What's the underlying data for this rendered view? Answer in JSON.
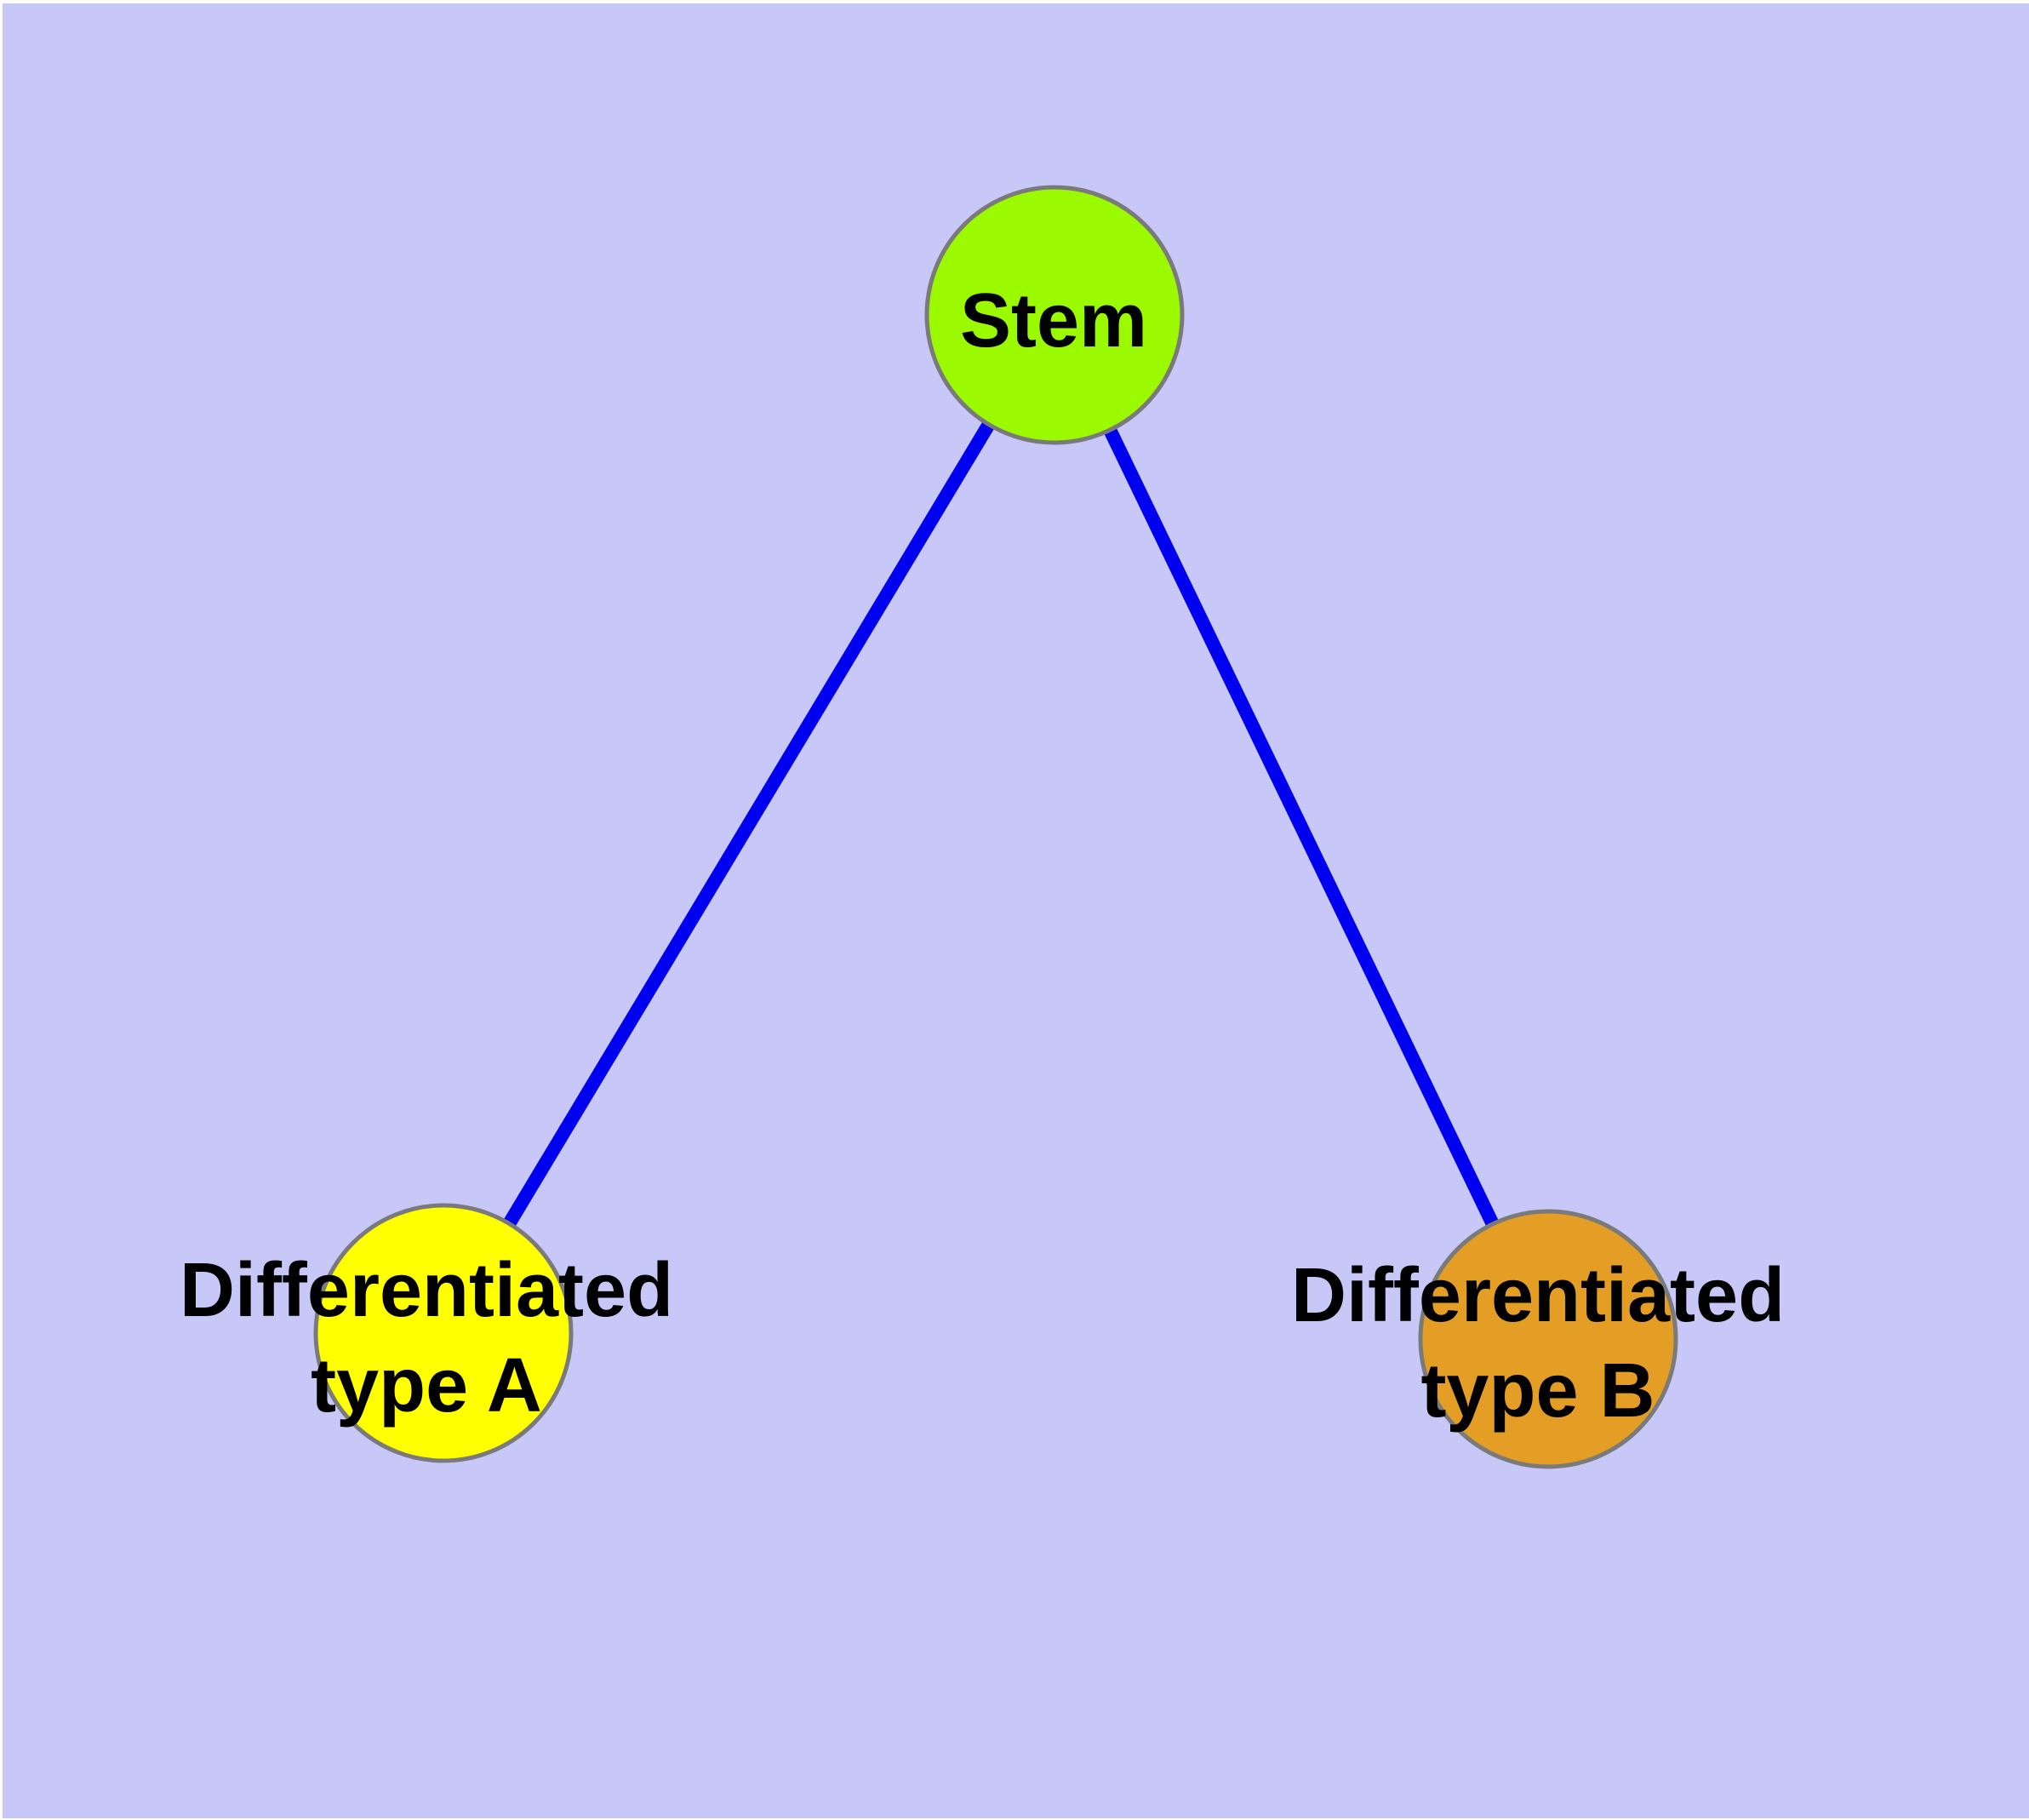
{
  "background_color": "#c8c8f8",
  "edge_color": "#0000f0",
  "node_border_color": "#7a7a7a",
  "nodes": {
    "stem": {
      "label": "Stem",
      "color": "#9bfa00"
    },
    "type_a": {
      "label": "Differentiated type A",
      "label_lines": [
        "Differentiated",
        "type A"
      ],
      "color": "#ffff00"
    },
    "type_b": {
      "label": "Differentiated type B",
      "label_lines": [
        "Differentiated",
        "type B"
      ],
      "color": "#e49e25"
    }
  },
  "edges": [
    {
      "from": "Stem",
      "to": "Differentiated type A"
    },
    {
      "from": "Stem",
      "to": "Differentiated type B"
    }
  ]
}
